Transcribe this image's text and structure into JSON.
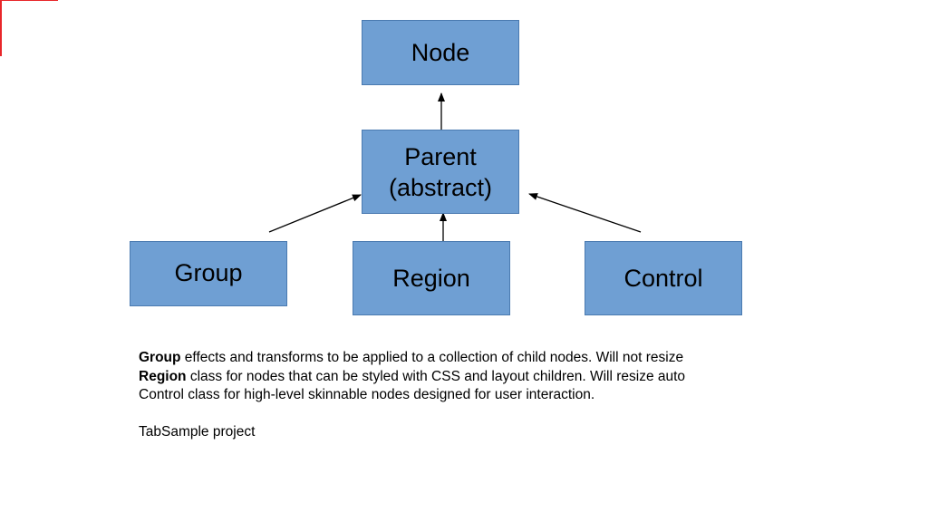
{
  "diagram": {
    "nodes": [
      {
        "id": "node",
        "lines": [
          "Node"
        ]
      },
      {
        "id": "parent",
        "lines": [
          "Parent",
          "(abstract)"
        ]
      },
      {
        "id": "group",
        "lines": [
          "Group"
        ]
      },
      {
        "id": "region",
        "lines": [
          "Region"
        ]
      },
      {
        "id": "control",
        "lines": [
          "Control"
        ]
      }
    ],
    "edges": [
      {
        "from": "parent",
        "to": "node"
      },
      {
        "from": "group",
        "to": "parent"
      },
      {
        "from": "region",
        "to": "parent"
      },
      {
        "from": "control",
        "to": "parent"
      }
    ],
    "colors": {
      "box_fill": "#6f9fd3",
      "box_border": "#4a7ab0",
      "arrow": "#000000",
      "corner_mark": "#e8262a"
    }
  },
  "notes": {
    "line1_term": "Group",
    "line1_text": " effects and transforms to be applied to a collection of child nodes. Will not resize",
    "line2_term": "Region",
    "line2_text": " class for nodes that can be styled with CSS and layout children. Will resize auto",
    "line3_text": "Control class for high-level skinnable nodes designed for user interaction.",
    "line4_text": "TabSample project"
  }
}
